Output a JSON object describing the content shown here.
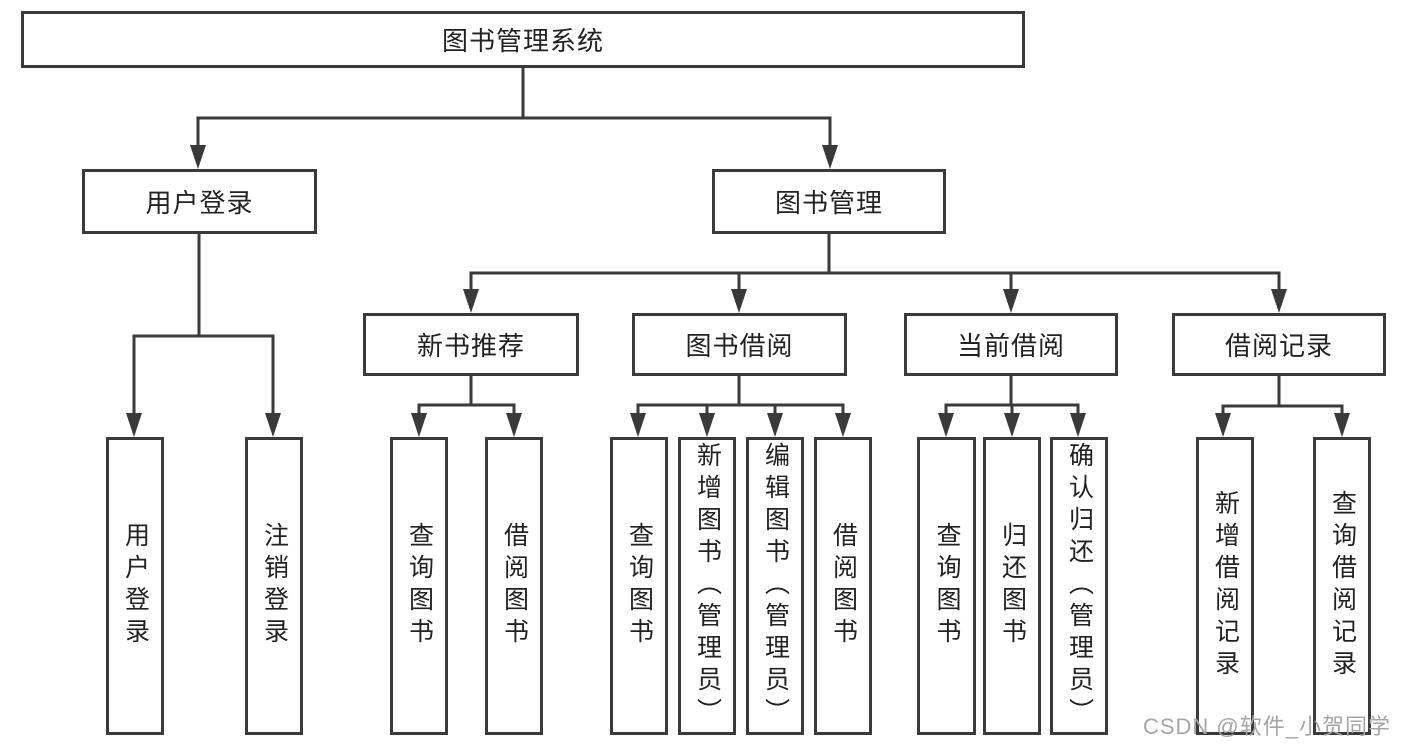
{
  "diagram": {
    "root": {
      "label": "图书管理系统"
    },
    "level2": [
      {
        "label": "用户登录"
      },
      {
        "label": "图书管理"
      }
    ],
    "level3": [
      {
        "label": "新书推荐"
      },
      {
        "label": "图书借阅"
      },
      {
        "label": "当前借阅"
      },
      {
        "label": "借阅记录"
      }
    ],
    "leaves": [
      {
        "label": "用户登录"
      },
      {
        "label": "注销登录"
      },
      {
        "label": "查询图书"
      },
      {
        "label": "借阅图书"
      },
      {
        "label": "查询图书"
      },
      {
        "label": "新增图书（管理员）"
      },
      {
        "label": "编辑图书（管理员）"
      },
      {
        "label": "借阅图书"
      },
      {
        "label": "查询图书"
      },
      {
        "label": "归还图书"
      },
      {
        "label": "确认归还（管理员）"
      },
      {
        "label": "新增借阅记录"
      },
      {
        "label": "查询借阅记录"
      }
    ]
  },
  "watermark": {
    "text": "CSDN @软件_小贺同学"
  },
  "colors": {
    "line": "#3a3a3a",
    "text": "#222222",
    "background": "#ffffff",
    "watermark": "#a5a5a5"
  }
}
